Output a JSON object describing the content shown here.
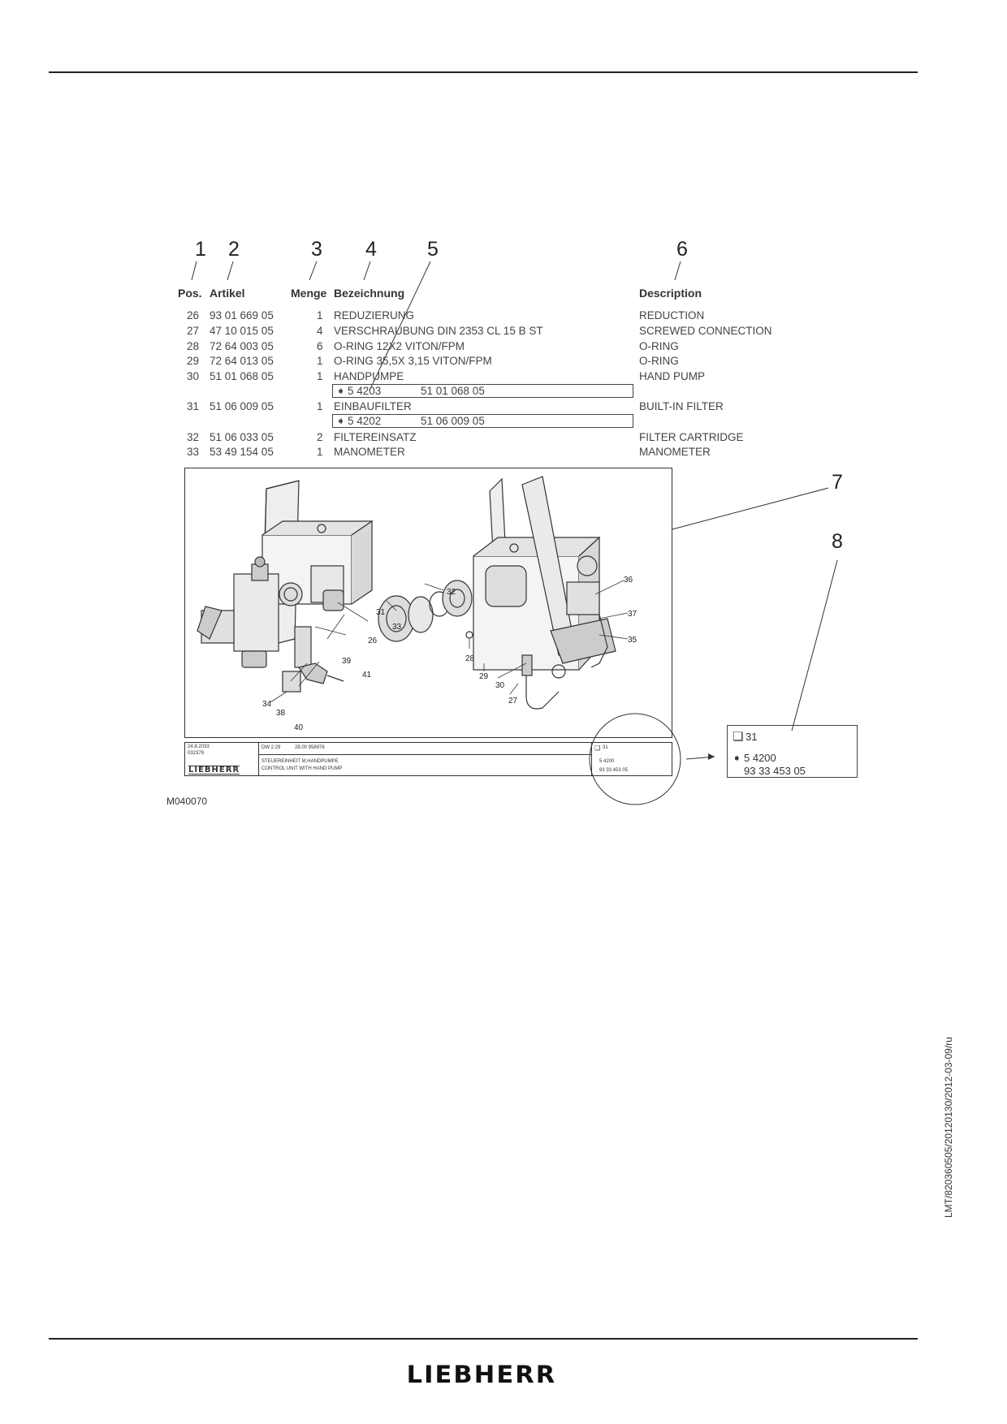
{
  "callouts": [
    "1",
    "2",
    "3",
    "4",
    "5",
    "6",
    "7",
    "8"
  ],
  "columns": {
    "pos": "Pos.",
    "artikel": "Artikel",
    "menge": "Menge",
    "bezeichnung": "Bezeichnung",
    "description": "Description"
  },
  "rows": [
    {
      "pos": "26",
      "artikel": "93 01 669 05",
      "menge": "1",
      "bezeichnung": "REDUZIERUNG",
      "description": "REDUCTION"
    },
    {
      "pos": "27",
      "artikel": "47 10 015 05",
      "menge": "4",
      "bezeichnung": "VERSCHRAUBUNG DIN 2353 CL 15 B ST",
      "description": "SCREWED CONNECTION"
    },
    {
      "pos": "28",
      "artikel": "72 64 003 05",
      "menge": "6",
      "bezeichnung": "O-RING 12X2 VITON/FPM",
      "description": "O-RING"
    },
    {
      "pos": "29",
      "artikel": "72 64 013 05",
      "menge": "1",
      "bezeichnung": "O-RING 35,5X 3,15 VITON/FPM",
      "description": "O-RING"
    },
    {
      "pos": "30",
      "artikel": "51 01 068 05",
      "menge": "1",
      "bezeichnung": "HANDPUMPE",
      "description": "HAND PUMP"
    },
    {
      "pos": "31",
      "artikel": "51 06 009 05",
      "menge": "1",
      "bezeichnung": "EINBAUFILTER",
      "description": "BUILT-IN FILTER"
    },
    {
      "pos": "32",
      "artikel": "51 06 033 05",
      "menge": "2",
      "bezeichnung": "FILTEREINSATZ",
      "description": "FILTER CARTRIDGE"
    },
    {
      "pos": "33",
      "artikel": "53 49 154 05",
      "menge": "1",
      "bezeichnung": "MANOMETER",
      "description": "MANOMETER"
    }
  ],
  "refs": [
    {
      "group": "5 4203",
      "part": "51 01 068 05"
    },
    {
      "group": "5 4202",
      "part": "51 06 009 05"
    }
  ],
  "drawing_labels": [
    "32",
    "31",
    "28",
    "29",
    "30",
    "27",
    "36",
    "37",
    "35",
    "33",
    "26",
    "39",
    "41",
    "34",
    "38",
    "40"
  ],
  "titleblock": {
    "date": "24.8.2033",
    "code": "032379",
    "dw": "DW  2.29",
    "number": "28.00 958976",
    "title_de": "STEUEREINHEIT M.HANDPUMPE",
    "title_en": "CONTROL UNIT WITH HAND PUMP",
    "brand": "LIEBHERR",
    "box_num": "31",
    "box_group": "5 4200",
    "box_part": "93 33 453 05"
  },
  "detail": {
    "num": "31",
    "group": "5 4200",
    "part": "93 33 453 05"
  },
  "drawing_number": "M040070",
  "side_code": "LMT/820360505/20120130/2012-03-09/ru",
  "footer_brand": "LIEBHERR"
}
